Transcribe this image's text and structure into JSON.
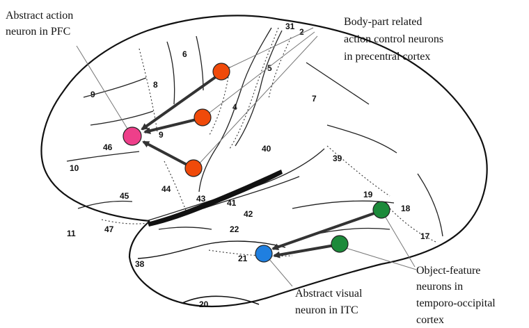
{
  "labels": {
    "pfc_line1": "Abstract action",
    "pfc_line2": "neuron in PFC",
    "body_line1": "Body-part related",
    "body_line2": "action control neurons",
    "body_line3": "in precentral cortex",
    "obj_line1": "Object-feature",
    "obj_line2": "neurons in",
    "obj_line3": "temporo-occipital",
    "obj_line4": "cortex",
    "itc_line1": "Abstract visual",
    "itc_line2": "neuron in ITC"
  },
  "areas": {
    "a31": "31",
    "a2": "2",
    "a6": "6",
    "a5": "5",
    "a8": "8",
    "a9a": "9",
    "a4": "4",
    "a7": "7",
    "a9b": "9",
    "a46": "46",
    "a40": "40",
    "a39": "39",
    "a10": "10",
    "a44": "44",
    "a45": "45",
    "a43": "43",
    "a41": "41",
    "a42": "42",
    "a19": "19",
    "a18": "18",
    "a11": "11",
    "a47": "47",
    "a22": "22",
    "a17": "17",
    "a21": "21",
    "a38": "38",
    "a20": "20"
  },
  "colors": {
    "motor": "#f04a0a",
    "pfc": "#ee3f8a",
    "object": "#1c8a3a",
    "itc": "#1f7fe0"
  }
}
